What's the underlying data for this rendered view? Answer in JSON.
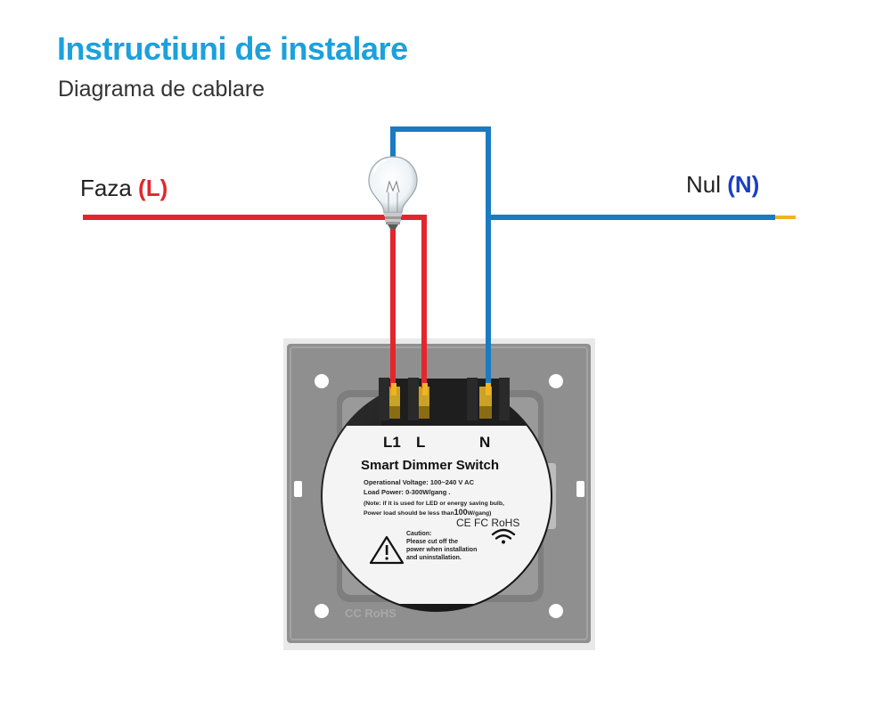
{
  "header": {
    "title": "Instructiuni de instalare",
    "subtitle": "Diagrama de cablare"
  },
  "wires": {
    "phase": {
      "name": "Faza",
      "code": "(L)",
      "color": "#e3262d"
    },
    "neutral": {
      "name": "Nul",
      "code": "(N)",
      "color": "#1b7bc2",
      "code_color": "#1a3fc1"
    },
    "tip_color": "#f0b323"
  },
  "device": {
    "terminals": {
      "l1": "L1",
      "l": "L",
      "n": "N"
    },
    "label": {
      "title": "Smart Dimmer Switch",
      "voltage": "Operational Voltage: 100~240 V AC",
      "load": "Load Power: 0-300W/gang .",
      "note1": "(Note: if it is used for LED or energy saving bulb,",
      "note2_a": "Power load should be less than",
      "note2_b": "100",
      "note2_c": "W/gang)",
      "marks": "CE FC RoHS",
      "caution": [
        "Caution:",
        "Please cut off the",
        "power when installation",
        "and uninstallation."
      ]
    },
    "back_marks": "CC RoHS",
    "colors": {
      "frame": "#8e8e8e",
      "body": "#202020",
      "sticker": "#f4f4f4"
    }
  },
  "icons": [
    "light-bulb-icon",
    "warning-triangle-icon",
    "wifi-icon"
  ]
}
